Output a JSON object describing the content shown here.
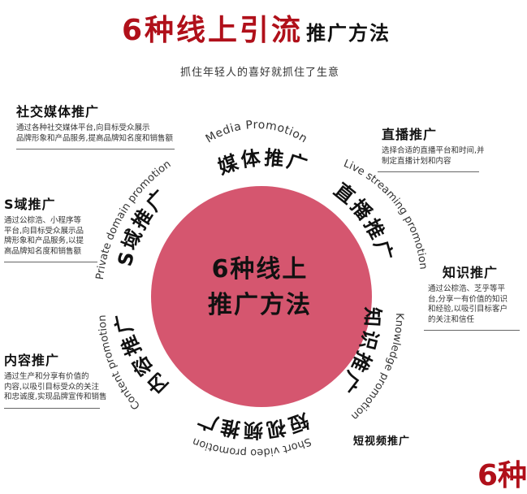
{
  "header": {
    "title_main": "6种线上引流",
    "title_suffix": "推广方法",
    "subtitle": "抓住年轻人的喜好就抓住了生意"
  },
  "colors": {
    "accent_red": "#b0101a",
    "circle_fill": "#d5566f",
    "text_dark": "#111111"
  },
  "center": {
    "line1": "6种线上",
    "line2": "推广方法"
  },
  "segments": [
    {
      "cn": "媒体推广",
      "en": "Media Promotion"
    },
    {
      "cn": "直播推广",
      "en": "Live streaming promotion"
    },
    {
      "cn": "知识推广",
      "en": "Knowledge promotion"
    },
    {
      "cn": "短视频推广",
      "en": "Short video promotion"
    },
    {
      "cn": "内容推广",
      "en": "Content promotion"
    },
    {
      "cn": "S域推广",
      "en": "Private domain promotion"
    }
  ],
  "notes": {
    "social": {
      "heading": "社交媒体推广",
      "line1": "通过各种社交媒体平台,向目标受众展示",
      "line2": "品牌形象和产品服务,提高品牌知名度和销售额"
    },
    "private": {
      "heading": "S域推广",
      "line1": "通过公棕浩、小程序等",
      "line2": "平台,向目标受众展示品",
      "line3": "牌形象和产品服务,以提",
      "line4": "高品牌知名度和销售额"
    },
    "content": {
      "heading": "内容推广",
      "line1": "通过生产和分享有价值的",
      "line2": "内容,以吸引目标受众的关注",
      "line3": "和忠诚度,实现品牌宣传和销售"
    },
    "live": {
      "heading": "直播推广",
      "line1": "选择合适的直播平台和时间,并",
      "line2": "制定直播计划和内容"
    },
    "knowledge": {
      "heading": "知识推广",
      "line1": "通过公棕浩、芝乎等平",
      "line2": "台,分享一有价值的知识",
      "line3": "和经验,以吸引目标客户",
      "line4": "的关注和信任"
    },
    "short_video_partial": {
      "heading": "短视频推广"
    }
  },
  "footer": {
    "partial_title": "6种"
  }
}
